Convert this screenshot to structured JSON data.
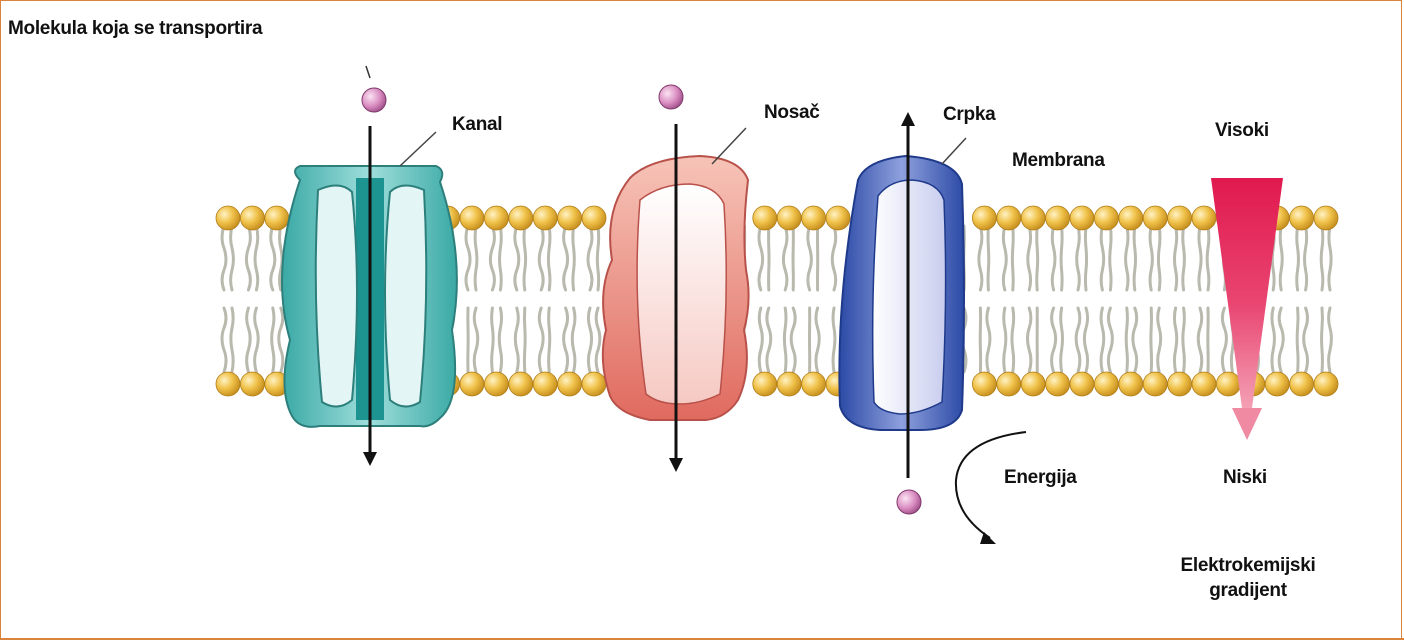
{
  "labels": {
    "molecule": "Molekula koja se transportira",
    "channel": "Kanal",
    "carrier": "Nosač",
    "pump": "Crpka",
    "membrane": "Membrana",
    "high": "Visoki",
    "low": "Niski",
    "energy": "Energija",
    "gradient_line1": "Elektrokemijski",
    "gradient_line2": "gradijent"
  },
  "colors": {
    "frame": "#d9843a",
    "lipid_head": "#e6b53a",
    "lipid_tail": "#b9b9ae",
    "channel": "#5ec6c1",
    "carrier": "#ef8c84",
    "pump": "#3d5fb8",
    "molecule": "#d98bc0",
    "gradient": "#e0194e"
  }
}
